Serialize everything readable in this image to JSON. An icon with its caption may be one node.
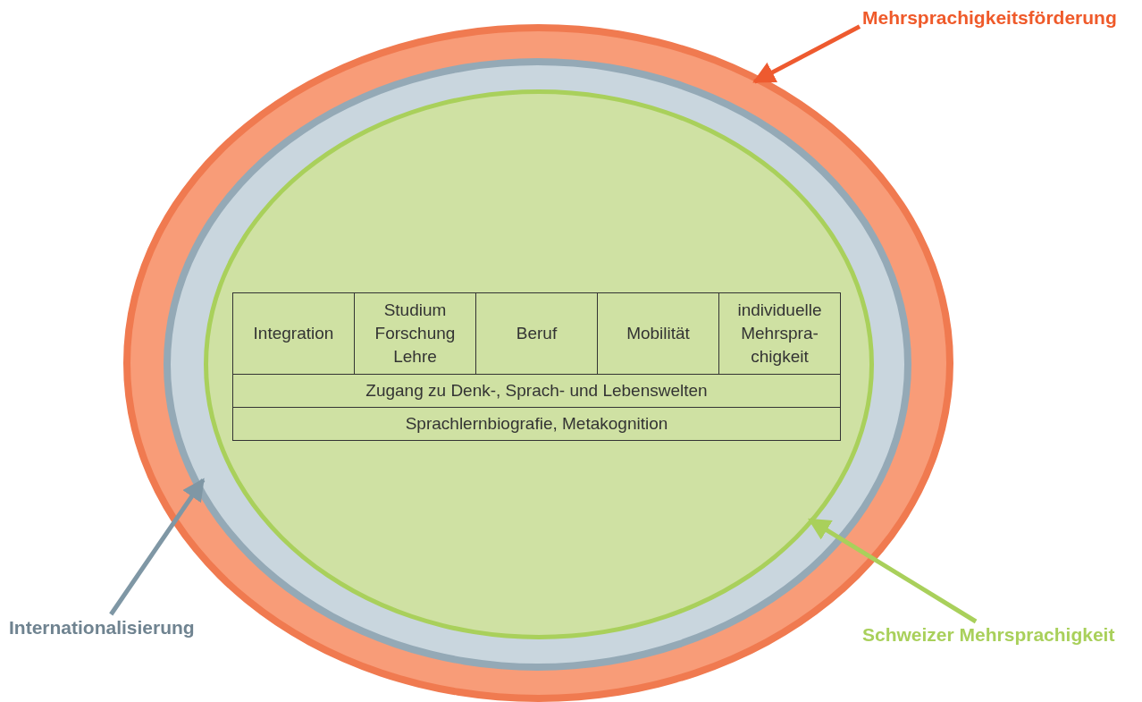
{
  "diagram": {
    "nodes": [
      {
        "text": [],
        "shape": "ellipse"
      },
      {
        "text": [],
        "shape": "ellipse",
        "in": 0
      },
      {
        "text": [],
        "shape": "ellipse",
        "in": 1
      },
      {
        "text": [
          "Integration"
        ],
        "in": 2
      },
      {
        "text": [
          "Studium Forschung Lehre"
        ],
        "in": 2
      },
      {
        "text": [
          "Beruf"
        ],
        "in": 2
      },
      {
        "text": [
          "Mobilität"
        ],
        "in": 2
      },
      {
        "text": [
          "individuelle Mehrspra- chigkeit"
        ],
        "in": 2
      },
      {
        "text": [
          "Zugang zu Denk-, Sprach- und Lebenswelten"
        ],
        "in": 2
      },
      {
        "text": [
          "Sprachlernbiografie, Metakognition"
        ],
        "in": 2
      },
      {
        "text": [
          "Mehrsprachigkeitsförderung"
        ]
      },
      {
        "text": [
          "Internationalisierung"
        ]
      },
      {
        "text": [
          "Schweizer Mehrsprachigkeit"
        ]
      }
    ],
    "edges": [
      {
        "from": 10,
        "to": 0,
        "arrow": "to",
        "color": "#ee5a2f"
      },
      {
        "from": 11,
        "to": 1,
        "arrow": "to",
        "color": "#7f97a5"
      },
      {
        "from": 12,
        "to": 2,
        "arrow": "to",
        "color": "#a9d05b"
      }
    ]
  }
}
